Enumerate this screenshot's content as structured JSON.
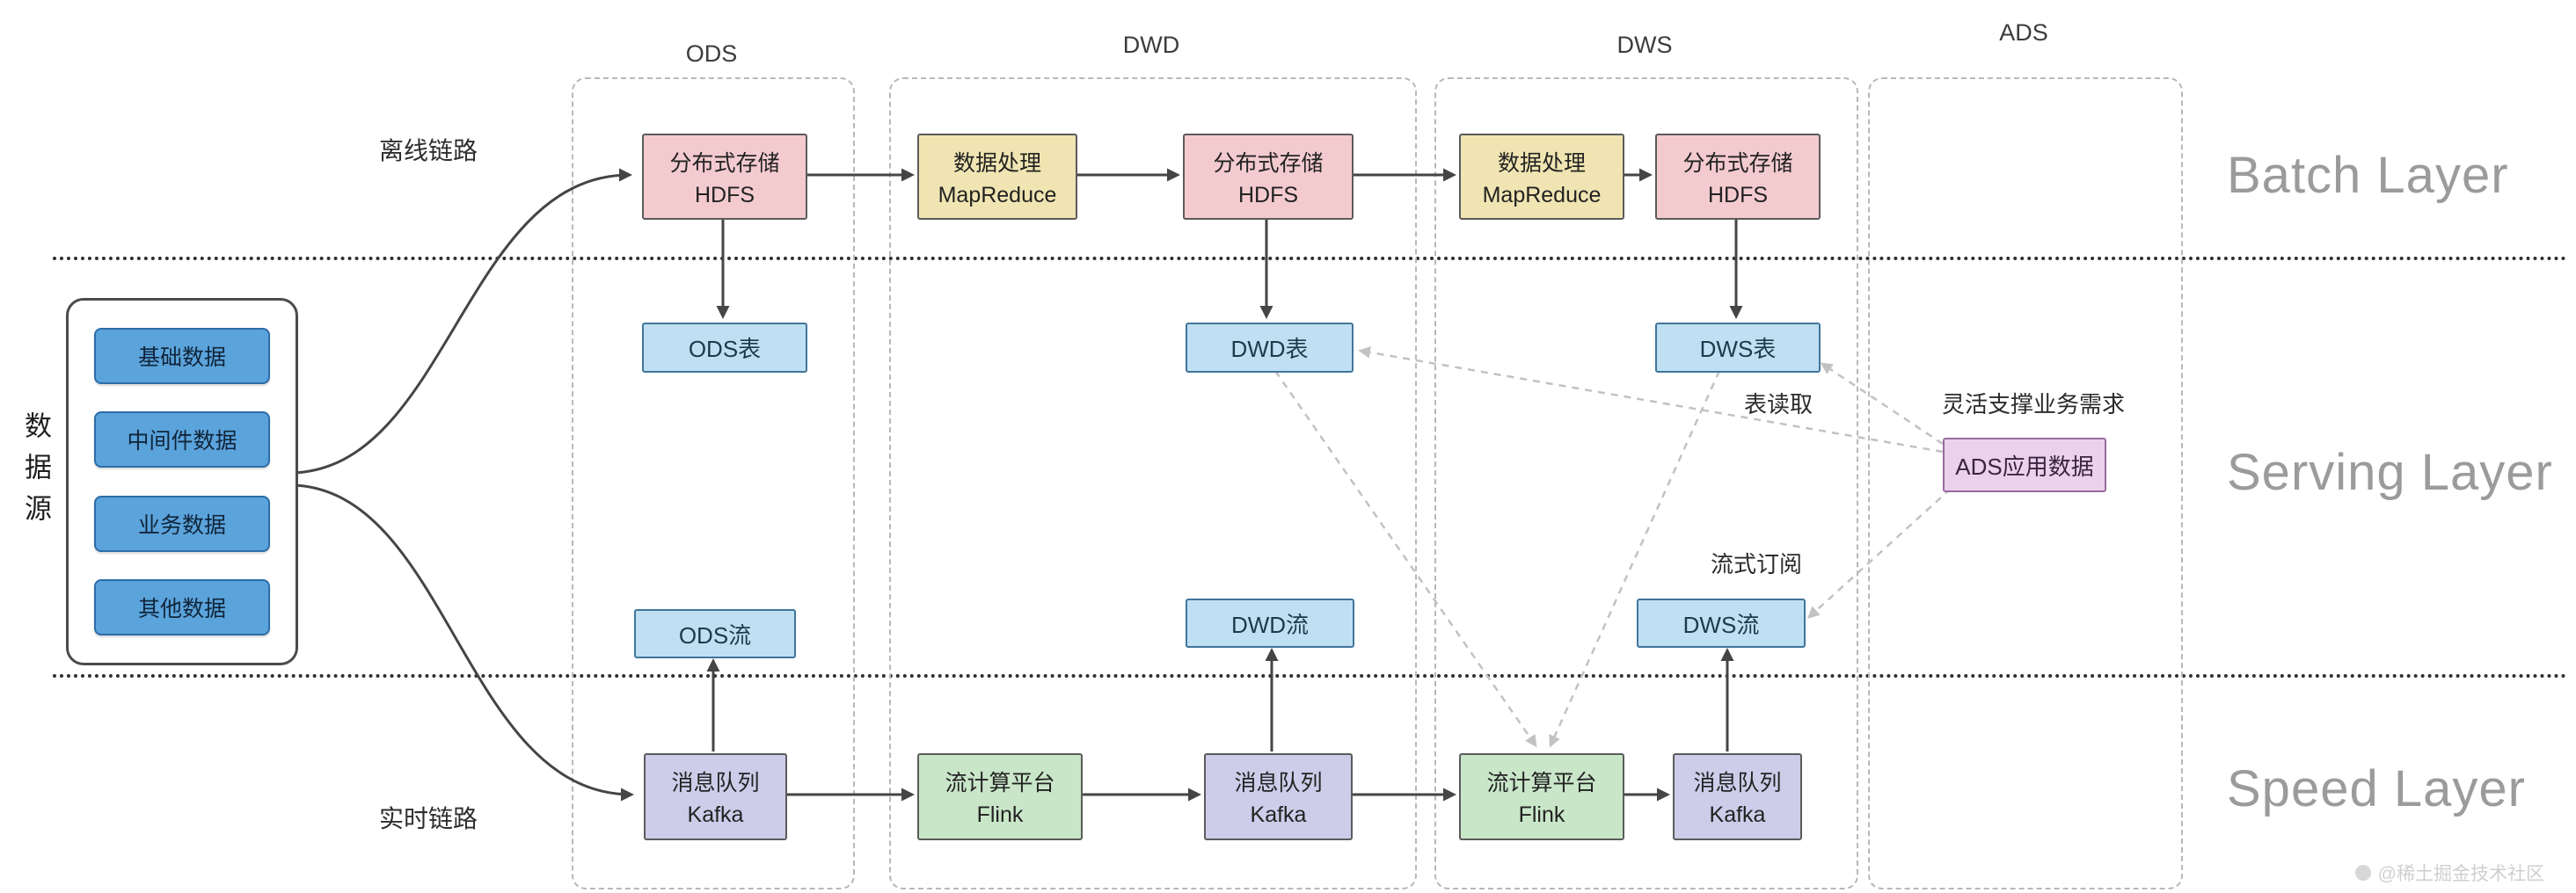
{
  "columns": {
    "ods": "ODS",
    "dwd": "DWD",
    "dws": "DWS",
    "ads": "ADS"
  },
  "layers": {
    "batch": "Batch Layer",
    "serving": "Serving Layer",
    "speed": "Speed Layer"
  },
  "source": {
    "vertical_label": "数据源",
    "items": [
      "基础数据",
      "中间件数据",
      "业务数据",
      "其他数据"
    ]
  },
  "paths": {
    "offline": "离线链路",
    "realtime": "实时链路"
  },
  "batch_nodes": [
    {
      "name": "分布式存储",
      "tech": "HDFS"
    },
    {
      "name": "数据处理",
      "tech": "MapReduce"
    },
    {
      "name": "分布式存储",
      "tech": "HDFS"
    },
    {
      "name": "数据处理",
      "tech": "MapReduce"
    },
    {
      "name": "分布式存储",
      "tech": "HDFS"
    }
  ],
  "serving_tables": [
    "ODS表",
    "DWD表",
    "DWS表"
  ],
  "serving_streams": [
    "ODS流",
    "DWD流",
    "DWS流"
  ],
  "speed_nodes": [
    {
      "name": "消息队列",
      "tech": "Kafka"
    },
    {
      "name": "流计算平台",
      "tech": "Flink"
    },
    {
      "name": "消息队列",
      "tech": "Kafka"
    },
    {
      "name": "流计算平台",
      "tech": "Flink"
    },
    {
      "name": "消息队列",
      "tech": "Kafka"
    }
  ],
  "ads_app_node": "ADS应用数据",
  "annotations": {
    "table_read": "表读取",
    "flexible_support": "灵活支撑业务需求",
    "stream_subscribe": "流式订阅"
  },
  "watermark": "@稀土掘金技术社区",
  "colors": {
    "hdfs_fill": "#f3cbcf",
    "mapreduce_fill": "#f0e5b2",
    "kafka_fill": "#cdcce9",
    "flink_fill": "#c9e6c9",
    "table_fill": "#bfe0f2",
    "ads_fill": "#ebd2ec",
    "source_button_fill": "#5ba3db",
    "layer_label_color": "#9b9b9b",
    "solid_arrow": "#454545",
    "dashed_arrow": "#c2c2c2"
  }
}
